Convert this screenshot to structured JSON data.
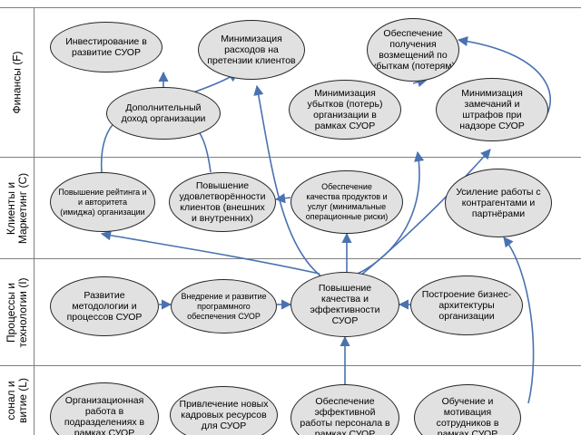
{
  "lanes": [
    {
      "id": "finance",
      "label": "Финансы (F)"
    },
    {
      "id": "clients",
      "label": "Клиенты и\nМаркетинг (C)"
    },
    {
      "id": "processes",
      "label": "Процессы и\nтехнологии (I)"
    },
    {
      "id": "personnel",
      "label": "сонал и\nвитие (L)"
    }
  ],
  "nodes": {
    "invest": "Инвестирование в\nразвитие СУОР",
    "min_claims": "Минимизация\nрасходов на\nпретензии клиентов",
    "compensation": "Обеспечение\nполучения\nвозмещений по\nубыткам (потерям)",
    "add_income": "Дополнительный\nдоход организации",
    "min_losses": "Минимизация\nубытков (потерь)\nорганизации в\nрамках СУОР",
    "min_fines": "Минимизация\nзамечаний и\nштрафов при\nнадзоре СУОР",
    "rating": "Повышение рейтинга и\nи авторитета\n(имиджа) организации",
    "satisfaction": "Повышение\nудовлетворённости\nклиентов (внешних\nи внутренних)",
    "quality_products": "Обеспечение\nкачества продуктов и\nуслуг (минимальные\nоперационные риски)",
    "counterparties": "Усиление работы с\nконтрагентами и\nпартнёрами",
    "methodology": "Развитие\nметодологии и\nпроцессов СУОР",
    "software": "Внедрение и развитие\nпрограммного\nобеспечения СУОР",
    "quality_eff": "Повышение\nкачества и\nэффективности\nСУОР",
    "architecture": "Построение бизнес-\nархитектуры\nорганизации",
    "org_work": "Организационная\nработа в\nподразделениях в\nрамках СУОР",
    "recruit": "Привлечение новых\nкадровых ресурсов\nдля СУОР",
    "effective_staff": "Обеспечение\nэффективной\nработы персонала в\nрамках СУОР",
    "training": "Обучение и\nмотивация\nсотрудников в\nрамках СУОР"
  }
}
